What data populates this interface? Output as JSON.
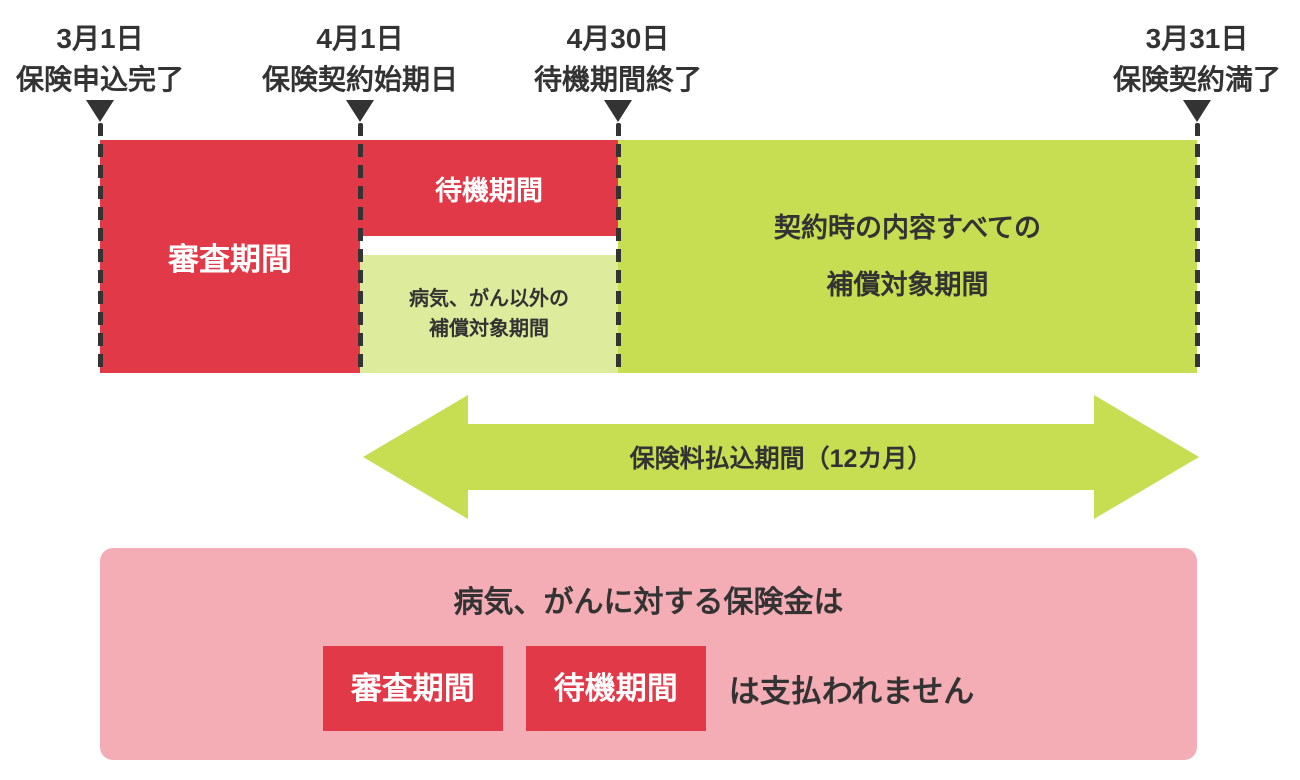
{
  "milestones": [
    {
      "date": "3月1日",
      "label": "保険申込完了"
    },
    {
      "date": "4月1日",
      "label": "保険契約始期日"
    },
    {
      "date": "4月30日",
      "label": "待機期間終了"
    },
    {
      "date": "3月31日",
      "label": "保険契約満了"
    }
  ],
  "bars": {
    "review": {
      "label": "審査期間"
    },
    "waiting": {
      "label": "待機期間"
    },
    "partial_coverage": {
      "line1": "病気、がん以外の",
      "line2": "補償対象期間"
    },
    "full_coverage": {
      "line1": "契約時の内容すべての",
      "line2": "補償対象期間"
    }
  },
  "arrow": {
    "label": "保険料払込期間（12カ月）"
  },
  "notice": {
    "heading": "病気、がんに対する保険金は",
    "badges": [
      "審査期間",
      "待機期間"
    ],
    "suffix": "は支払われません"
  },
  "colors": {
    "red": "#E23948",
    "green": "#C7DD52",
    "light_green": "#DDEC9C",
    "pink": "#F5ADB5",
    "text_dark": "#333333",
    "text_white": "#FFFFFF"
  }
}
